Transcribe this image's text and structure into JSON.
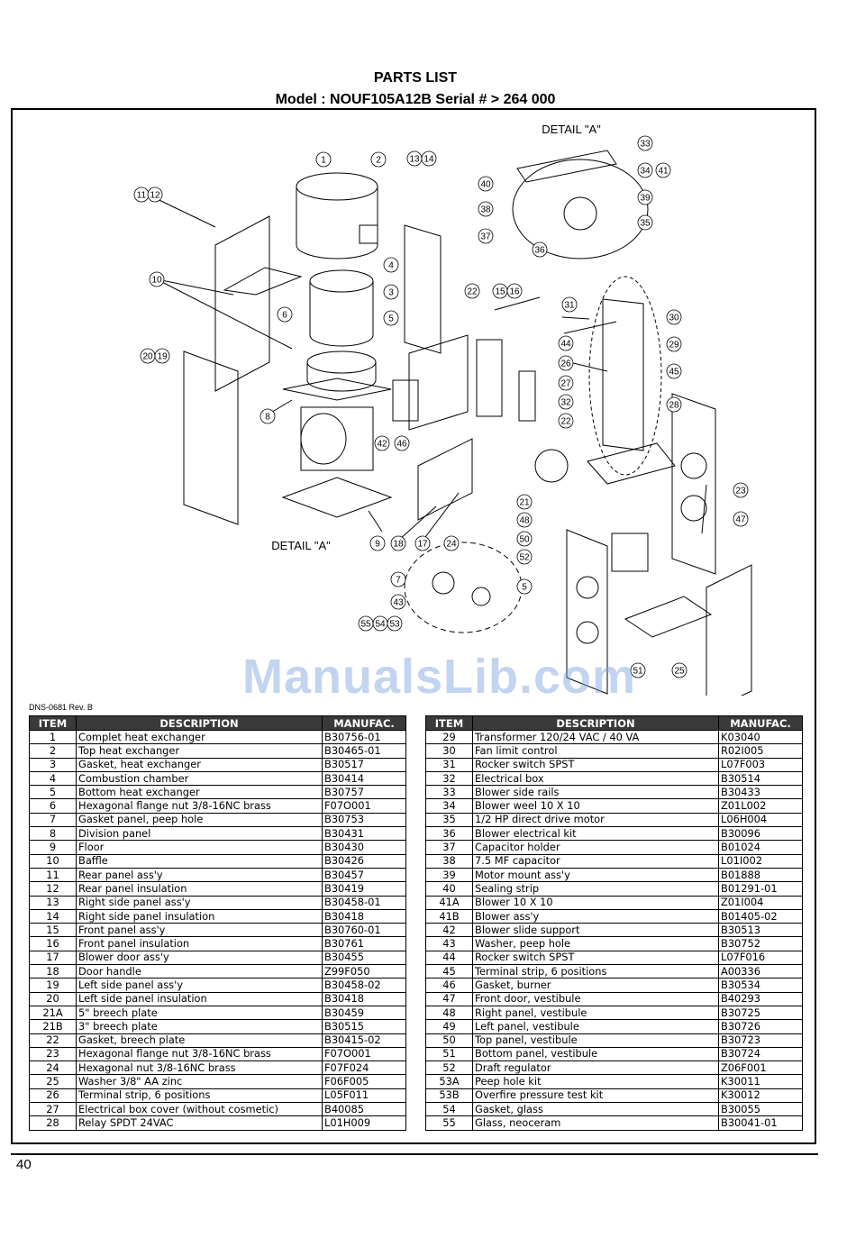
{
  "header": {
    "title": "PARTS LIST",
    "model": "Model : NOUF105A12B Serial # > 264 000"
  },
  "diagram": {
    "detail_label_top": "DETAIL \"A\"",
    "detail_label_bottom": "DETAIL \"A\"",
    "watermark": "ManualsLib.com",
    "callouts": [
      "1",
      "2",
      "13",
      "14",
      "33",
      "40",
      "34",
      "41",
      "11",
      "12",
      "38",
      "39",
      "37",
      "35",
      "36",
      "10",
      "4",
      "3",
      "6",
      "5",
      "22",
      "15",
      "16",
      "31",
      "30",
      "44",
      "29",
      "26",
      "45",
      "20",
      "19",
      "27",
      "32",
      "28",
      "8",
      "42",
      "46",
      "22",
      "21",
      "23",
      "48",
      "50",
      "47",
      "52",
      "9",
      "18",
      "17",
      "24",
      "7",
      "43",
      "55",
      "54",
      "53",
      "5",
      "51",
      "25"
    ]
  },
  "doc_ref": "DNS-0681 Rev. B",
  "table_headers": [
    "ITEM",
    "DESCRIPTION",
    "MANUFAC."
  ],
  "parts_left": [
    [
      "1",
      "Complet heat exchanger",
      "B30756-01"
    ],
    [
      "2",
      "Top heat exchanger",
      "B30465-01"
    ],
    [
      "3",
      "Gasket, heat exchanger",
      "B30517"
    ],
    [
      "4",
      "Combustion chamber",
      "B30414"
    ],
    [
      "5",
      "Bottom heat exchanger",
      "B30757"
    ],
    [
      "6",
      "Hexagonal flange nut 3/8-16NC brass",
      "F07O001"
    ],
    [
      "7",
      "Gasket panel, peep hole",
      "B30753"
    ],
    [
      "8",
      "Division panel",
      "B30431"
    ],
    [
      "9",
      "Floor",
      "B30430"
    ],
    [
      "10",
      "Baffle",
      "B30426"
    ],
    [
      "11",
      "Rear panel ass'y",
      "B30457"
    ],
    [
      "12",
      "Rear panel insulation",
      "B30419"
    ],
    [
      "13",
      "Right side panel ass'y",
      "B30458-01"
    ],
    [
      "14",
      "Right side panel insulation",
      "B30418"
    ],
    [
      "15",
      "Front panel ass'y",
      "B30760-01"
    ],
    [
      "16",
      "Front panel insulation",
      "B30761"
    ],
    [
      "17",
      "Blower door ass'y",
      "B30455"
    ],
    [
      "18",
      "Door handle",
      "Z99F050"
    ],
    [
      "19",
      "Left side panel ass'y",
      "B30458-02"
    ],
    [
      "20",
      "Left side panel insulation",
      "B30418"
    ],
    [
      "21A",
      "5\" breech plate",
      "B30459"
    ],
    [
      "21B",
      "3\" breech plate",
      "B30515"
    ],
    [
      "22",
      "Gasket, breech plate",
      "B30415-02"
    ],
    [
      "23",
      "Hexagonal flange nut 3/8-16NC brass",
      "F07O001"
    ],
    [
      "24",
      "Hexagonal nut 3/8-16NC brass",
      "F07F024"
    ],
    [
      "25",
      "Washer 3/8\" AA zinc",
      "F06F005"
    ],
    [
      "26",
      "Terminal strip, 6 positions",
      "L05F011"
    ],
    [
      "27",
      "Electrical box cover  (without cosmetic)",
      "B40085"
    ],
    [
      "28",
      "Relay SPDT 24VAC",
      "L01H009"
    ]
  ],
  "parts_right": [
    [
      "29",
      "Transformer 120/24 VAC / 40 VA",
      "K03040"
    ],
    [
      "30",
      "Fan limit control",
      "R02I005"
    ],
    [
      "31",
      "Rocker switch SPST",
      "L07F003"
    ],
    [
      "32",
      "Electrical box",
      "B30514"
    ],
    [
      "33",
      "Blower side rails",
      "B30433"
    ],
    [
      "34",
      "Blower weel 10 X 10",
      "Z01L002"
    ],
    [
      "35",
      "1/2 HP direct drive motor",
      "L06H004"
    ],
    [
      "36",
      "Blower electrical kit",
      "B30096"
    ],
    [
      "37",
      "Capacitor holder",
      "B01024"
    ],
    [
      "38",
      "7.5 MF capacitor",
      "L01I002"
    ],
    [
      "39",
      "Motor mount ass'y",
      "B01888"
    ],
    [
      "40",
      "Sealing strip",
      "B01291-01"
    ],
    [
      "41A",
      "Blower 10 X 10",
      "Z01I004"
    ],
    [
      "41B",
      "Blower ass'y",
      "B01405-02"
    ],
    [
      "42",
      "Blower slide support",
      "B30513"
    ],
    [
      "43",
      "Washer, peep hole",
      "B30752"
    ],
    [
      "44",
      "Rocker switch SPST",
      "L07F016"
    ],
    [
      "45",
      "Terminal strip, 6 positions",
      "A00336"
    ],
    [
      "46",
      "Gasket, burner",
      "B30534"
    ],
    [
      "47",
      "Front door, vestibule",
      "B40293"
    ],
    [
      "48",
      "Right panel, vestibule",
      "B30725"
    ],
    [
      "49",
      "Left panel, vestibule",
      "B30726"
    ],
    [
      "50",
      "Top panel, vestibule",
      "B30723"
    ],
    [
      "51",
      "Bottom panel, vestibule",
      "B30724"
    ],
    [
      "52",
      "Draft regulator",
      "Z06F001"
    ],
    [
      "53A",
      "Peep hole kit",
      "K30011"
    ],
    [
      "53B",
      "Overfire pressure test kit",
      "K30012"
    ],
    [
      "54",
      "Gasket, glass",
      "B30055"
    ],
    [
      "55",
      "Glass, neoceram",
      "B30041-01"
    ]
  ],
  "page_number": "40"
}
